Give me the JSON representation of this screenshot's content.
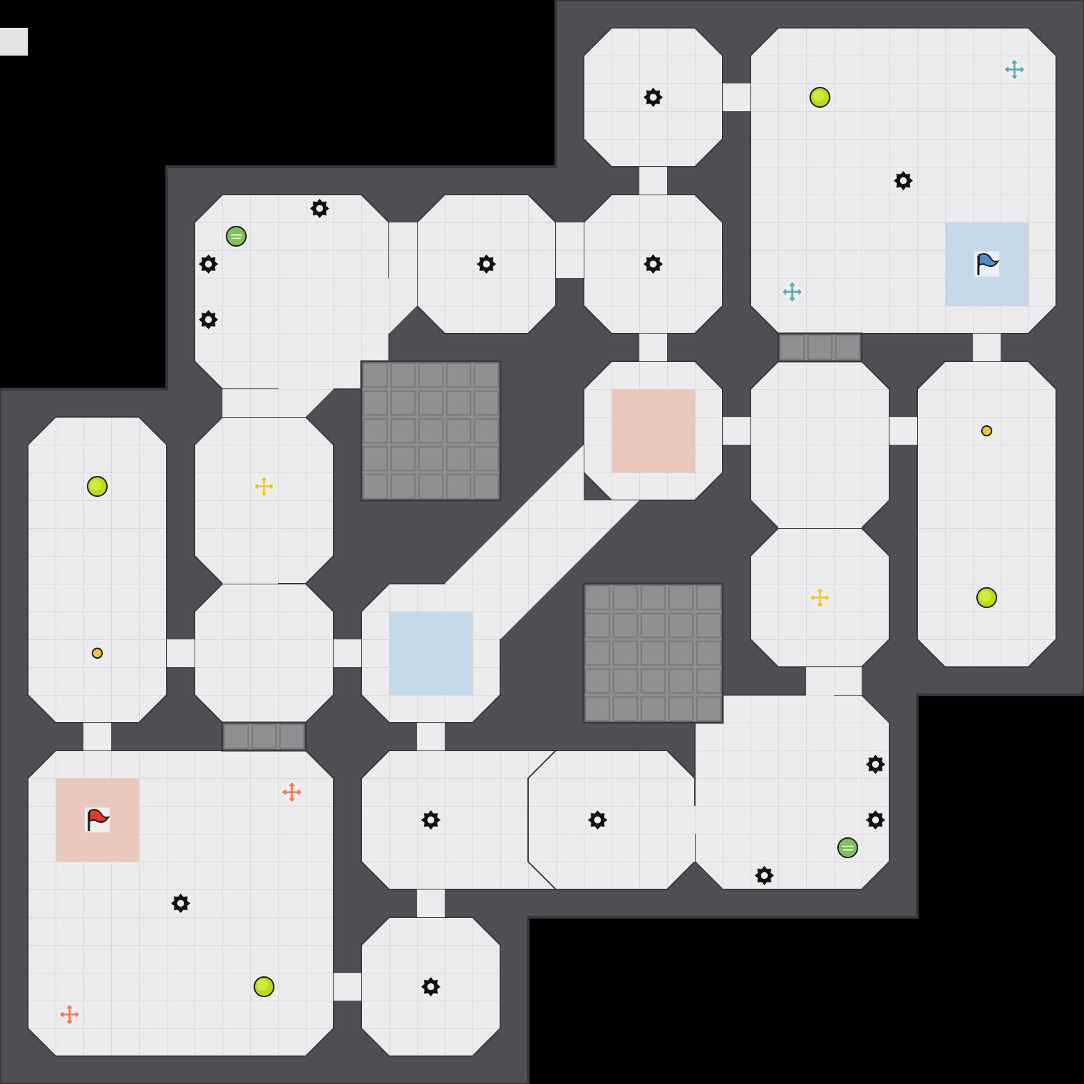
{
  "map": {
    "colors": {
      "background": "#000000",
      "wall": "#4e4e54",
      "wall_edge": "#38383c",
      "floor": "#ececee",
      "floor_grid": "#dcdcde",
      "grate": "#8a8a8e",
      "red_team_zone": "#e9c6bb",
      "blue_team_zone": "#c3d7e6",
      "red_accent": "#f07a4e",
      "blue_accent": "#5fa8ad",
      "yellow_accent": "#f3c531",
      "powerup": "#b8de1a",
      "boost": "#7ec35a",
      "bomb": "#111111"
    },
    "flags": [
      {
        "team": "red",
        "icon": "red-flag-icon",
        "col": 3,
        "row": 29
      },
      {
        "team": "blue",
        "icon": "blue-flag-icon",
        "col": 35,
        "row": 9
      }
    ],
    "team_zones": [
      {
        "team": "red",
        "col": 2,
        "row": 28,
        "w": 3,
        "h": 3
      },
      {
        "team": "red",
        "col": 22,
        "row": 14,
        "w": 3,
        "h": 3
      },
      {
        "team": "blue",
        "col": 34,
        "row": 8,
        "w": 3,
        "h": 3
      },
      {
        "team": "blue",
        "col": 14,
        "row": 22,
        "w": 3,
        "h": 3
      }
    ],
    "bombs": [
      [
        23,
        3
      ],
      [
        11,
        7
      ],
      [
        7,
        9
      ],
      [
        17,
        9
      ],
      [
        23,
        9
      ],
      [
        32,
        6
      ],
      [
        7,
        11
      ],
      [
        6,
        32
      ],
      [
        15,
        29
      ],
      [
        21,
        29
      ],
      [
        27,
        31
      ],
      [
        31,
        27
      ],
      [
        31,
        29
      ],
      [
        15,
        35
      ]
    ],
    "powerups": [
      [
        29,
        3
      ],
      [
        3,
        17
      ],
      [
        35,
        21
      ],
      [
        9,
        35
      ]
    ],
    "boosts": [
      [
        8,
        8
      ],
      [
        30,
        30
      ]
    ],
    "portals": [
      [
        35,
        15
      ],
      [
        3,
        23
      ]
    ],
    "spawns": [
      {
        "team": "blue",
        "col": 36,
        "row": 2
      },
      {
        "team": "blue",
        "col": 28,
        "row": 10
      },
      {
        "team": "yellow",
        "col": 9,
        "row": 17
      },
      {
        "team": "yellow",
        "col": 29,
        "row": 21
      },
      {
        "team": "red",
        "col": 10,
        "row": 28
      },
      {
        "team": "red",
        "col": 2,
        "row": 36
      }
    ],
    "grates": [
      {
        "col": 13,
        "row": 13,
        "w": 5,
        "h": 5
      },
      {
        "col": 21,
        "row": 21,
        "w": 5,
        "h": 5
      },
      {
        "col": 28,
        "row": 12,
        "w": 3,
        "h": 1
      },
      {
        "col": 8,
        "row": 26,
        "w": 3,
        "h": 1
      }
    ]
  }
}
